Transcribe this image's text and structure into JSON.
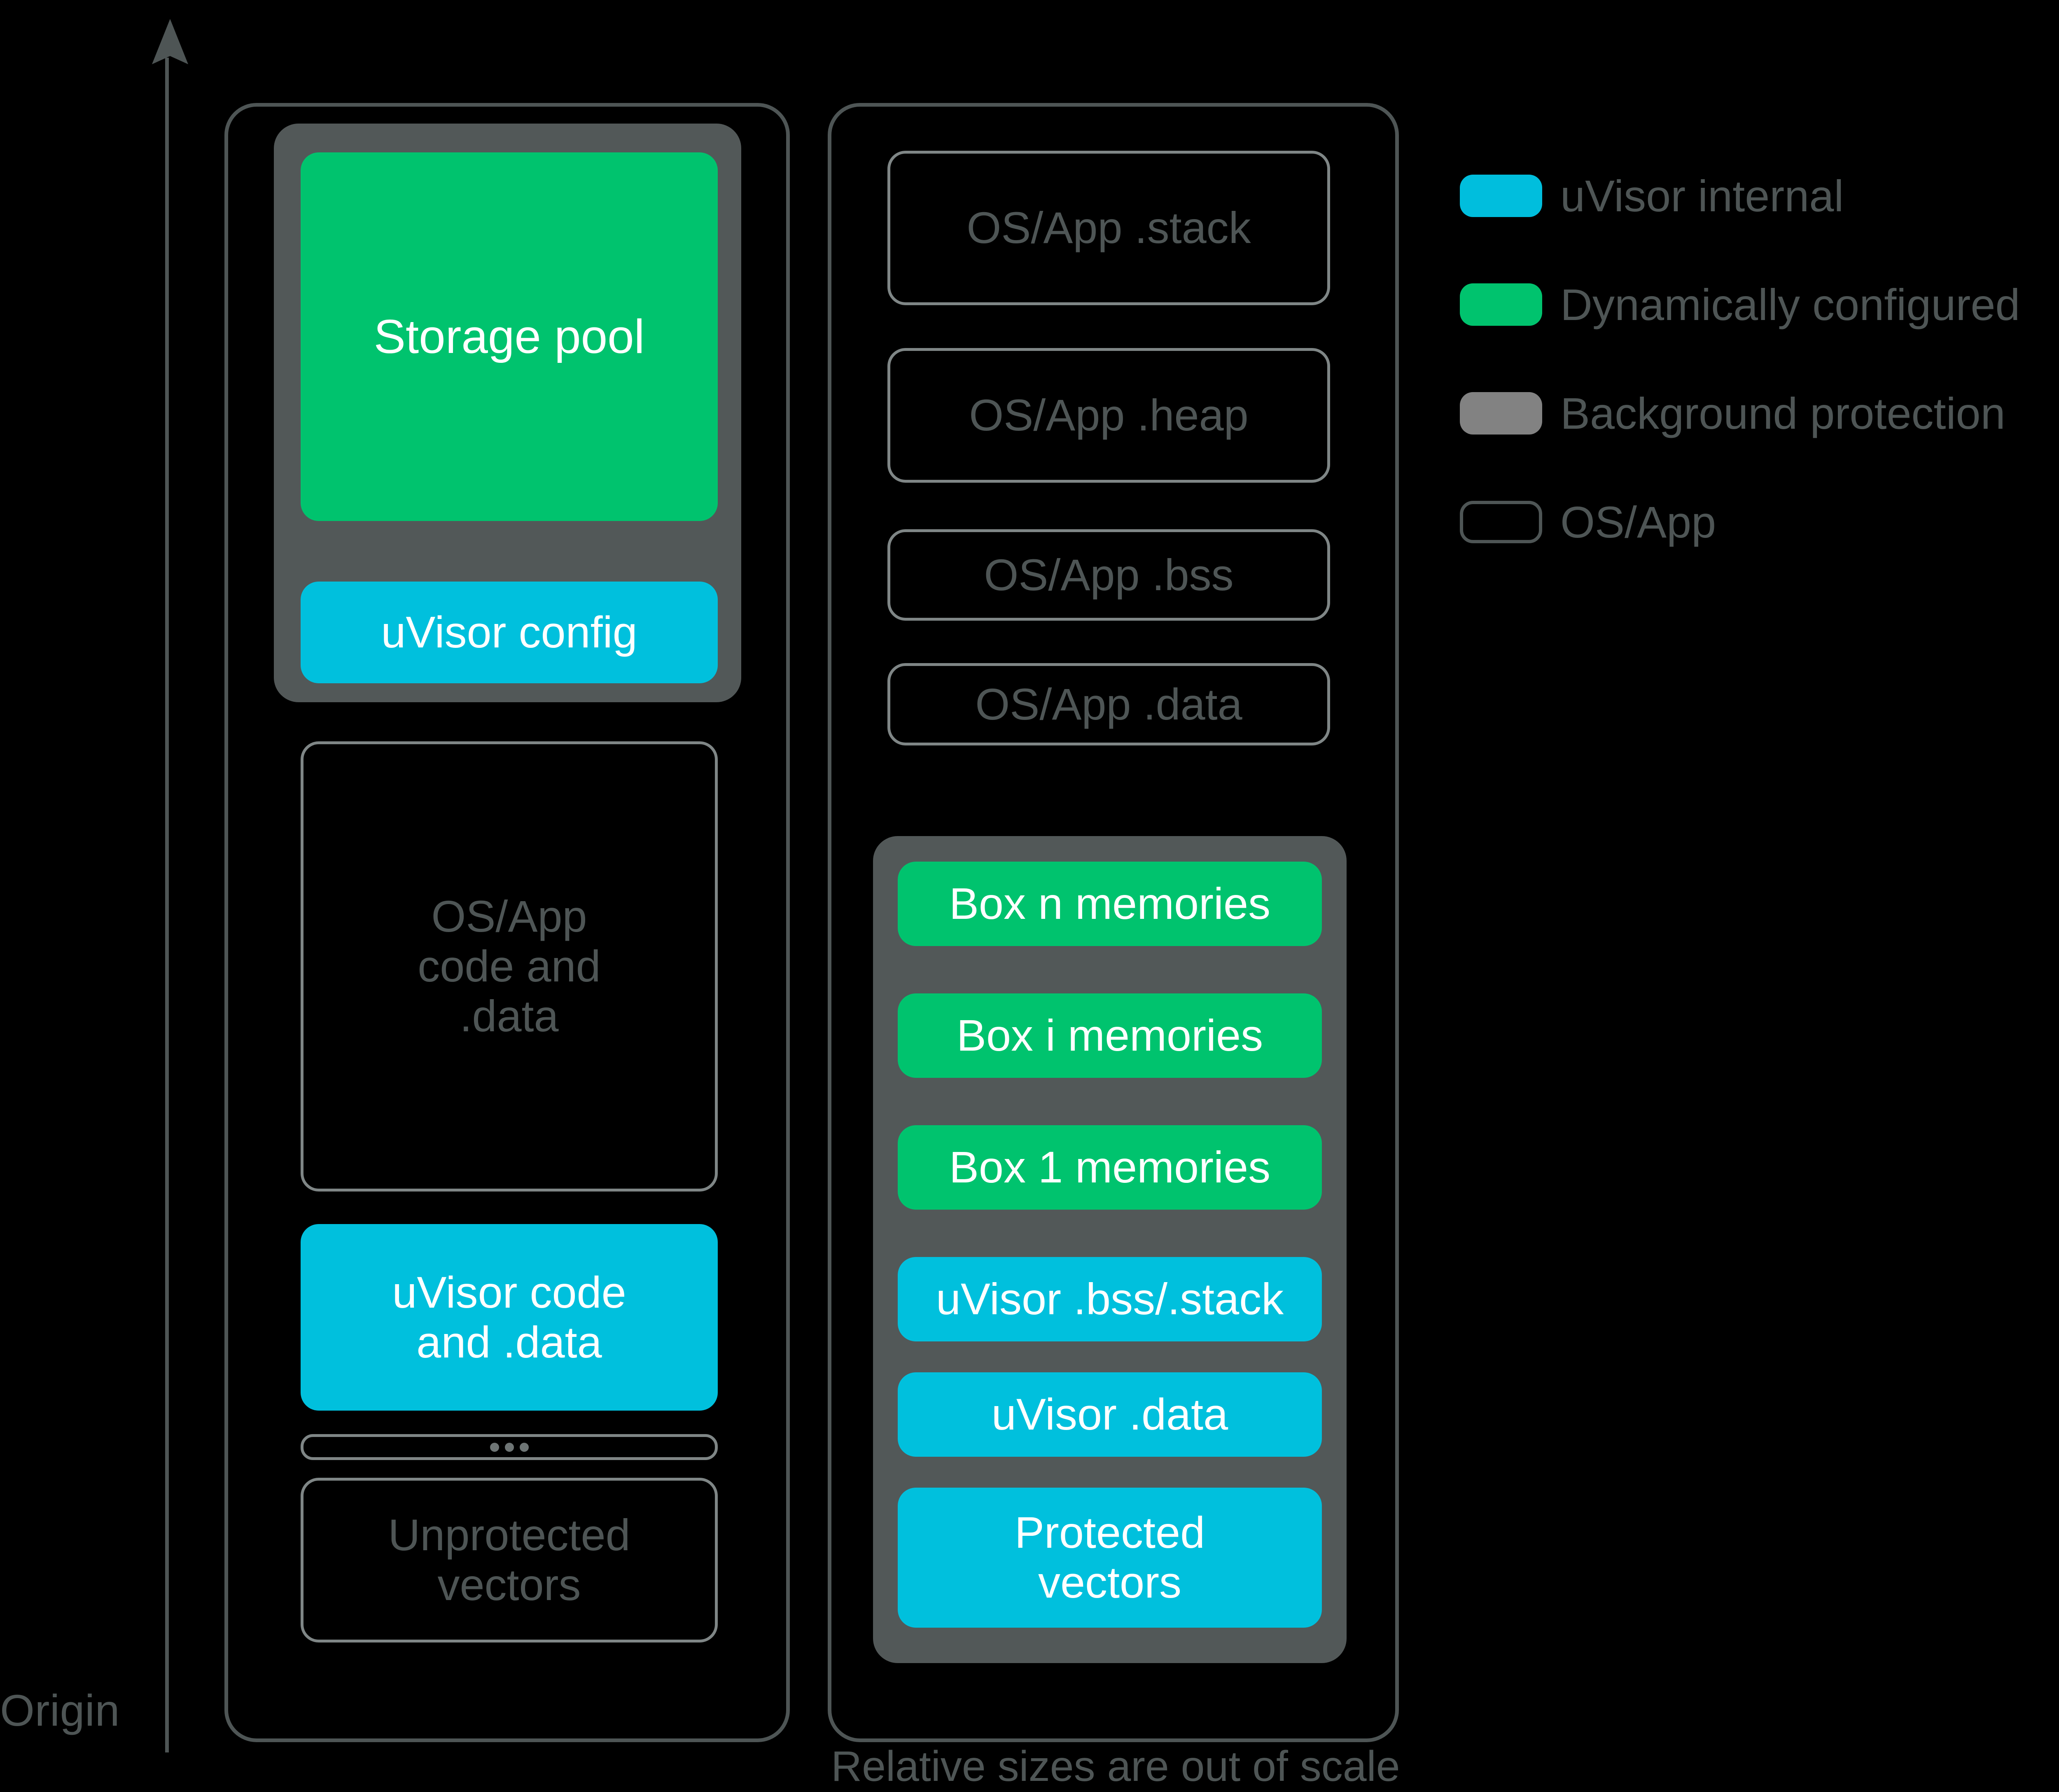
{
  "diagram": {
    "axis": {
      "origin_label": "Origin",
      "arrow_icon": "up-arrow-icon"
    },
    "caption": "Relative sizes are out of scale",
    "colors": {
      "uvisor_internal": "#00C0DD",
      "dynamically_configured": "#00C36E",
      "background_protection": "#828282",
      "os_app_outline": "#7F8686",
      "wrapper_gray": "#525858",
      "text_gray": "#4E5555",
      "page_background": "#000000",
      "on_color_text": "#FFFFFF"
    },
    "left_column": {
      "protected_group": {
        "label": "background-protection-group",
        "blocks": [
          {
            "text": "Storage pool",
            "kind": "dynamically_configured"
          },
          {
            "text": "uVisor config",
            "kind": "uvisor_internal"
          }
        ]
      },
      "blocks": [
        {
          "text": "OS/App\ncode and\n.data",
          "kind": "os_app"
        },
        {
          "text": "uVisor code\nand .data",
          "kind": "uvisor_internal"
        },
        {
          "text": "",
          "kind": "ellipsis"
        },
        {
          "text": "Unprotected\nvectors",
          "kind": "os_app"
        }
      ]
    },
    "right_column": {
      "blocks": [
        {
          "text": "OS/App .stack",
          "kind": "os_app"
        },
        {
          "text": "OS/App .heap",
          "kind": "os_app"
        },
        {
          "text": "OS/App .bss",
          "kind": "os_app"
        },
        {
          "text": "OS/App .data",
          "kind": "os_app"
        }
      ],
      "protected_group": {
        "label": "background-protection-group",
        "blocks": [
          {
            "text": "Box n memories",
            "kind": "dynamically_configured"
          },
          {
            "text": "Box i memories",
            "kind": "dynamically_configured"
          },
          {
            "text": "Box 1 memories",
            "kind": "dynamically_configured"
          },
          {
            "text": "uVisor .bss/.stack",
            "kind": "uvisor_internal"
          },
          {
            "text": "uVisor .data",
            "kind": "uvisor_internal"
          },
          {
            "text": "Protected\nvectors",
            "kind": "uvisor_internal"
          }
        ]
      }
    },
    "legend": {
      "items": [
        {
          "label": "uVisor internal",
          "swatch": "cyan"
        },
        {
          "label": "Dynamically configured",
          "swatch": "green"
        },
        {
          "label": "Background protection",
          "swatch": "gray"
        },
        {
          "label": "OS/App",
          "swatch": "hollow"
        }
      ]
    }
  }
}
